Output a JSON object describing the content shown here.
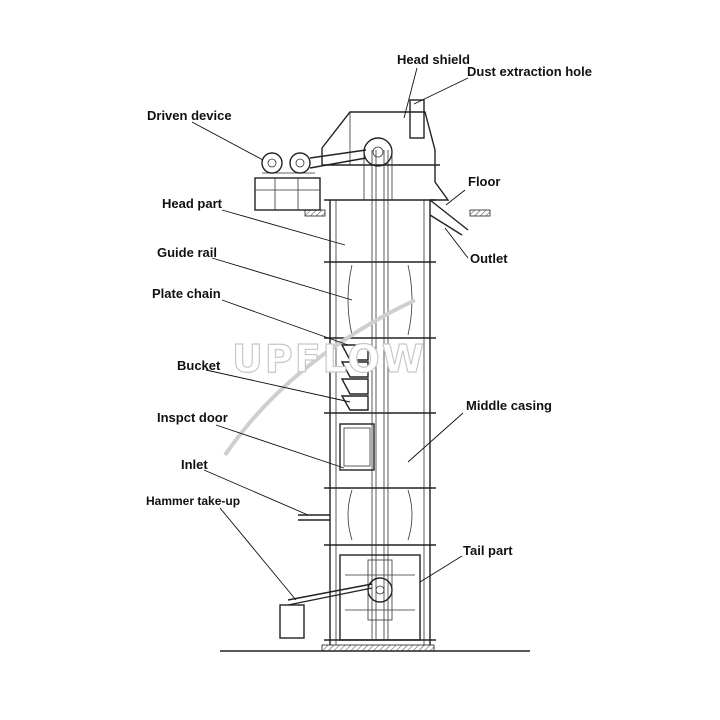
{
  "labels": {
    "head_shield": "Head shield",
    "dust_extraction_hole": "Dust extraction hole",
    "driven_device": "Driven device",
    "floor": "Floor",
    "head_part": "Head part",
    "outlet": "Outlet",
    "guide_rail": "Guide rail",
    "plate_chain": "Plate chain",
    "bucket": "Bucket",
    "middle_casing": "Middle casing",
    "inspect_door": "Inspct door",
    "inlet": "Inlet",
    "hammer_take_up": "Hammer take-up",
    "tail_part": "Tail part"
  },
  "watermark": "UPFLOW",
  "colors": {
    "line": "#222222",
    "label": "#111111",
    "watermark": "#c8c8c8"
  }
}
